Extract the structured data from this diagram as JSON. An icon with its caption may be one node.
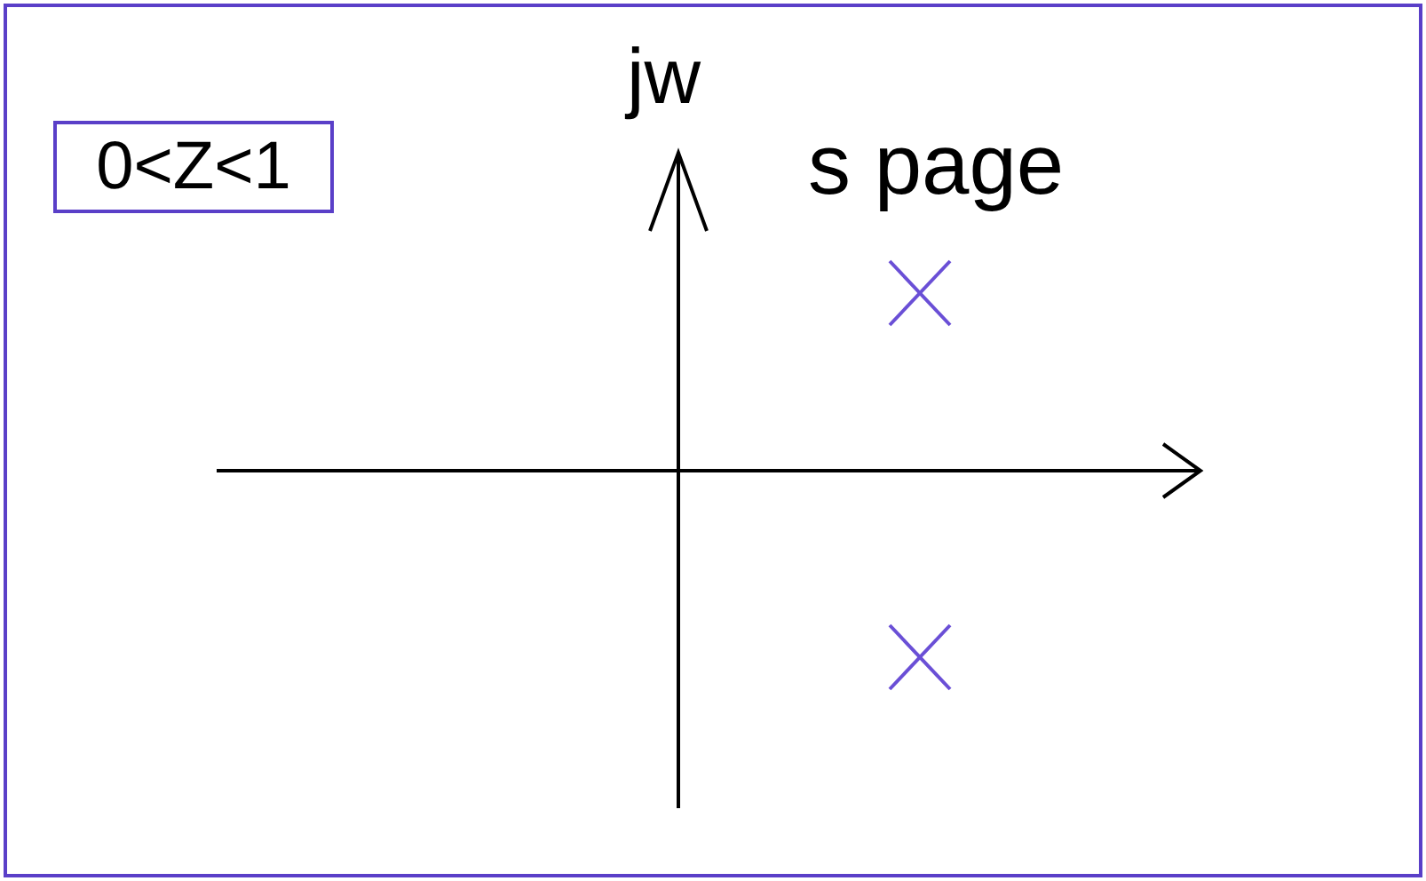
{
  "diagram": {
    "nodes": [
      {
        "text": [
          "0<Z<1"
        ]
      }
    ],
    "labels": [
      "jw",
      "s page"
    ]
  }
}
